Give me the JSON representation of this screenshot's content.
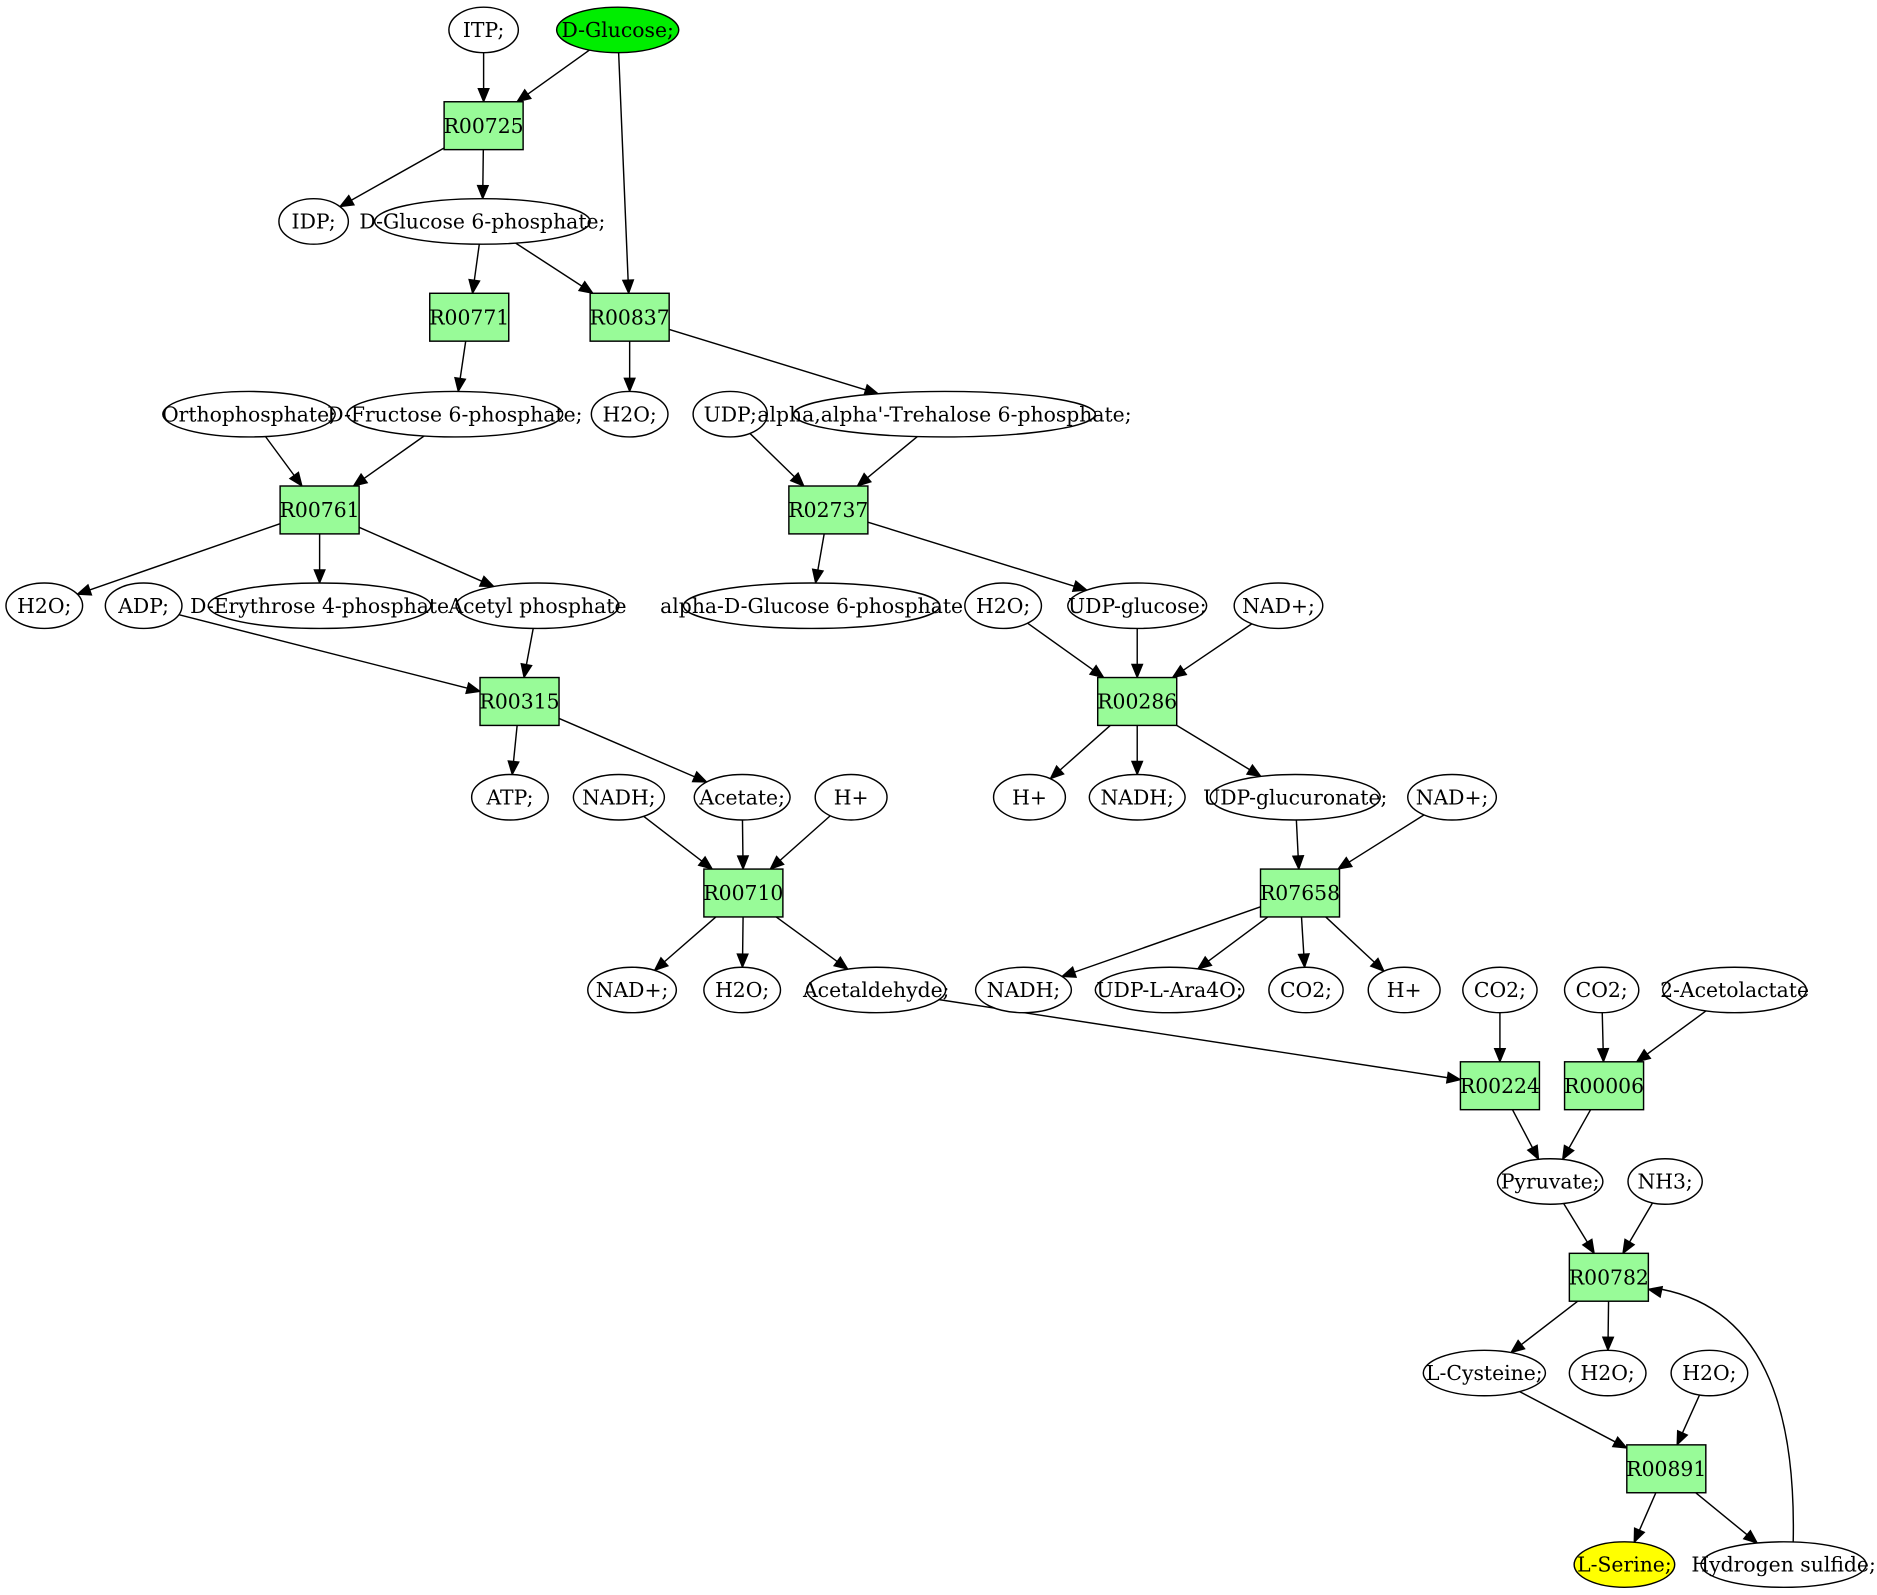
{
  "colors": {
    "reaction_fill": "#98fb98",
    "metabolite_fill": "#ffffff",
    "source_fill": "#00ee00",
    "target_fill": "#ffff00",
    "stroke": "#000000"
  },
  "nodes": [
    {
      "id": "m_itp",
      "label": "ITP;",
      "kind": "metabolite"
    },
    {
      "id": "m_dglucose",
      "label": "D-Glucose;",
      "kind": "source"
    },
    {
      "id": "r_R00725",
      "label": "R00725",
      "kind": "reaction"
    },
    {
      "id": "m_idp",
      "label": "IDP;",
      "kind": "metabolite"
    },
    {
      "id": "m_g6p",
      "label": "D-Glucose 6-phosphate;",
      "kind": "metabolite"
    },
    {
      "id": "r_R00771",
      "label": "R00771",
      "kind": "reaction"
    },
    {
      "id": "r_R00837",
      "label": "R00837",
      "kind": "reaction"
    },
    {
      "id": "m_ortho",
      "label": "Orthophosphate;",
      "kind": "metabolite"
    },
    {
      "id": "m_f6p",
      "label": "D-Fructose 6-phosphate;",
      "kind": "metabolite"
    },
    {
      "id": "m_h2o_1",
      "label": "H2O;",
      "kind": "metabolite"
    },
    {
      "id": "m_udp",
      "label": "UDP;",
      "kind": "metabolite"
    },
    {
      "id": "m_tre6p",
      "label": "alpha,alpha'-Trehalose 6-phosphate;",
      "kind": "metabolite"
    },
    {
      "id": "r_R00761",
      "label": "R00761",
      "kind": "reaction"
    },
    {
      "id": "r_R02737",
      "label": "R02737",
      "kind": "reaction"
    },
    {
      "id": "m_h2o_2",
      "label": "H2O;",
      "kind": "metabolite"
    },
    {
      "id": "m_adp",
      "label": "ADP;",
      "kind": "metabolite"
    },
    {
      "id": "m_e4p",
      "label": "D-Erythrose 4-phosphate",
      "kind": "metabolite"
    },
    {
      "id": "m_acp",
      "label": "Acetyl phosphate",
      "kind": "metabolite"
    },
    {
      "id": "m_ag6p",
      "label": "alpha-D-Glucose 6-phosphate",
      "kind": "metabolite"
    },
    {
      "id": "m_h2o_3",
      "label": "H2O;",
      "kind": "metabolite"
    },
    {
      "id": "m_udpglc",
      "label": "UDP-glucose;",
      "kind": "metabolite"
    },
    {
      "id": "m_nad_1",
      "label": "NAD+;",
      "kind": "metabolite"
    },
    {
      "id": "r_R00315",
      "label": "R00315",
      "kind": "reaction"
    },
    {
      "id": "r_R00286",
      "label": "R00286",
      "kind": "reaction"
    },
    {
      "id": "m_atp",
      "label": "ATP;",
      "kind": "metabolite"
    },
    {
      "id": "m_nadh_1",
      "label": "NADH;",
      "kind": "metabolite"
    },
    {
      "id": "m_acetate",
      "label": "Acetate;",
      "kind": "metabolite"
    },
    {
      "id": "m_h_1",
      "label": "H+",
      "kind": "metabolite"
    },
    {
      "id": "m_h_2",
      "label": "H+",
      "kind": "metabolite"
    },
    {
      "id": "m_nadh_2",
      "label": "NADH;",
      "kind": "metabolite"
    },
    {
      "id": "m_udpglcA",
      "label": "UDP-glucuronate;",
      "kind": "metabolite"
    },
    {
      "id": "m_nad_2",
      "label": "NAD+;",
      "kind": "metabolite"
    },
    {
      "id": "r_R00710",
      "label": "R00710",
      "kind": "reaction"
    },
    {
      "id": "r_R07658",
      "label": "R07658",
      "kind": "reaction"
    },
    {
      "id": "m_nad_3",
      "label": "NAD+;",
      "kind": "metabolite"
    },
    {
      "id": "m_h2o_4",
      "label": "H2O;",
      "kind": "metabolite"
    },
    {
      "id": "m_acald",
      "label": "Acetaldehyde;",
      "kind": "metabolite"
    },
    {
      "id": "m_nadh_3",
      "label": "NADH;",
      "kind": "metabolite"
    },
    {
      "id": "m_udpara",
      "label": "UDP-L-Ara4O;",
      "kind": "metabolite"
    },
    {
      "id": "m_co2_1",
      "label": "CO2;",
      "kind": "metabolite"
    },
    {
      "id": "m_h_3",
      "label": "H+",
      "kind": "metabolite"
    },
    {
      "id": "m_co2_2",
      "label": "CO2;",
      "kind": "metabolite"
    },
    {
      "id": "m_co2_3",
      "label": "CO2;",
      "kind": "metabolite"
    },
    {
      "id": "m_acetolac",
      "label": "2-Acetolactate",
      "kind": "metabolite"
    },
    {
      "id": "r_R00224",
      "label": "R00224",
      "kind": "reaction"
    },
    {
      "id": "r_R00006",
      "label": "R00006",
      "kind": "reaction"
    },
    {
      "id": "m_pyr",
      "label": "Pyruvate;",
      "kind": "metabolite"
    },
    {
      "id": "m_nh3",
      "label": "NH3;",
      "kind": "metabolite"
    },
    {
      "id": "r_R00782",
      "label": "R00782",
      "kind": "reaction"
    },
    {
      "id": "m_cys",
      "label": "L-Cysteine;",
      "kind": "metabolite"
    },
    {
      "id": "m_h2o_5",
      "label": "H2O;",
      "kind": "metabolite"
    },
    {
      "id": "m_h2o_6",
      "label": "H2O;",
      "kind": "metabolite"
    },
    {
      "id": "r_R00891",
      "label": "R00891",
      "kind": "reaction"
    },
    {
      "id": "m_ser",
      "label": "L-Serine;",
      "kind": "target"
    },
    {
      "id": "m_h2s",
      "label": "Hydrogen sulfide;",
      "kind": "metabolite"
    }
  ],
  "edges": [
    [
      "m_itp",
      "r_R00725"
    ],
    [
      "m_dglucose",
      "r_R00725"
    ],
    [
      "m_dglucose",
      "r_R00837"
    ],
    [
      "r_R00725",
      "m_idp"
    ],
    [
      "r_R00725",
      "m_g6p"
    ],
    [
      "m_g6p",
      "r_R00771"
    ],
    [
      "m_g6p",
      "r_R00837"
    ],
    [
      "r_R00771",
      "m_f6p"
    ],
    [
      "r_R00837",
      "m_h2o_1"
    ],
    [
      "r_R00837",
      "m_tre6p"
    ],
    [
      "m_ortho",
      "r_R00761"
    ],
    [
      "m_f6p",
      "r_R00761"
    ],
    [
      "m_udp",
      "r_R02737"
    ],
    [
      "m_tre6p",
      "r_R02737"
    ],
    [
      "r_R00761",
      "m_h2o_2"
    ],
    [
      "r_R00761",
      "m_e4p"
    ],
    [
      "r_R00761",
      "m_acp"
    ],
    [
      "r_R02737",
      "m_ag6p"
    ],
    [
      "r_R02737",
      "m_udpglc"
    ],
    [
      "m_adp",
      "r_R00315"
    ],
    [
      "m_acp",
      "r_R00315"
    ],
    [
      "m_h2o_3",
      "r_R00286"
    ],
    [
      "m_udpglc",
      "r_R00286"
    ],
    [
      "m_nad_1",
      "r_R00286"
    ],
    [
      "r_R00315",
      "m_atp"
    ],
    [
      "r_R00315",
      "m_acetate"
    ],
    [
      "r_R00286",
      "m_h_2"
    ],
    [
      "r_R00286",
      "m_nadh_2"
    ],
    [
      "r_R00286",
      "m_udpglcA"
    ],
    [
      "m_nadh_1",
      "r_R00710"
    ],
    [
      "m_acetate",
      "r_R00710"
    ],
    [
      "m_h_1",
      "r_R00710"
    ],
    [
      "m_udpglcA",
      "r_R07658"
    ],
    [
      "m_nad_2",
      "r_R07658"
    ],
    [
      "r_R00710",
      "m_nad_3"
    ],
    [
      "r_R00710",
      "m_h2o_4"
    ],
    [
      "r_R00710",
      "m_acald"
    ],
    [
      "r_R07658",
      "m_nadh_3"
    ],
    [
      "r_R07658",
      "m_udpara"
    ],
    [
      "r_R07658",
      "m_co2_1"
    ],
    [
      "r_R07658",
      "m_h_3"
    ],
    [
      "m_acald",
      "r_R00224"
    ],
    [
      "m_co2_2",
      "r_R00224"
    ],
    [
      "m_co2_3",
      "r_R00006"
    ],
    [
      "m_acetolac",
      "r_R00006"
    ],
    [
      "r_R00224",
      "m_pyr"
    ],
    [
      "r_R00006",
      "m_pyr"
    ],
    [
      "m_pyr",
      "r_R00782"
    ],
    [
      "m_nh3",
      "r_R00782"
    ],
    [
      "r_R00782",
      "m_cys"
    ],
    [
      "r_R00782",
      "m_h2o_5"
    ],
    [
      "m_cys",
      "r_R00891"
    ],
    [
      "m_h2o_6",
      "r_R00891"
    ],
    [
      "r_R00891",
      "m_ser"
    ],
    [
      "r_R00891",
      "m_h2s"
    ],
    [
      "m_h2s",
      "r_R00782"
    ]
  ]
}
